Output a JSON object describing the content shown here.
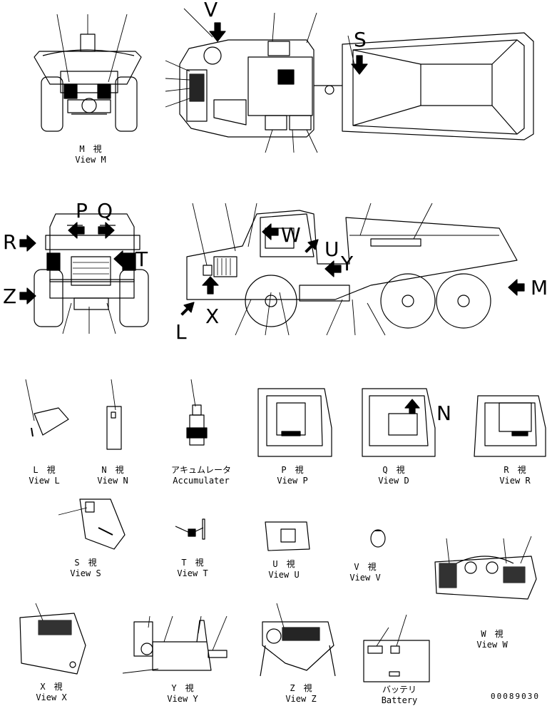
{
  "views": {
    "M": {
      "jp": "M　視",
      "en": "View M"
    },
    "L": {
      "jp": "L　視",
      "en": "View L"
    },
    "N": {
      "jp": "N　視",
      "en": "View N"
    },
    "ACC": {
      "jp": "アキュムレータ",
      "en": "Accumulater"
    },
    "P": {
      "jp": "P　視",
      "en": "View P"
    },
    "Q": {
      "jp": "Q　視",
      "en": "View D"
    },
    "R": {
      "jp": "R　視",
      "en": "View R"
    },
    "S": {
      "jp": "S　視",
      "en": "View S"
    },
    "T": {
      "jp": "T　視",
      "en": "View T"
    },
    "U": {
      "jp": "U　視",
      "en": "View U"
    },
    "V": {
      "jp": "V　視",
      "en": "View V"
    },
    "W": {
      "jp": "W　視",
      "en": "View W"
    },
    "X": {
      "jp": "X　視",
      "en": "View X"
    },
    "Y": {
      "jp": "Y　視",
      "en": "View Y"
    },
    "Z": {
      "jp": "Z　視",
      "en": "View Z"
    },
    "BAT": {
      "jp": "バッテリ",
      "en": "Battery"
    }
  },
  "arrow_labels": {
    "V": "V",
    "S": "S",
    "P": "P",
    "Q": "Q",
    "R": "R",
    "Z": "Z",
    "T": "T",
    "W": "W",
    "U": "U",
    "Y": "Y",
    "X": "X",
    "L": "L",
    "M": "M",
    "N": "N"
  },
  "drawing_number": "00089030"
}
